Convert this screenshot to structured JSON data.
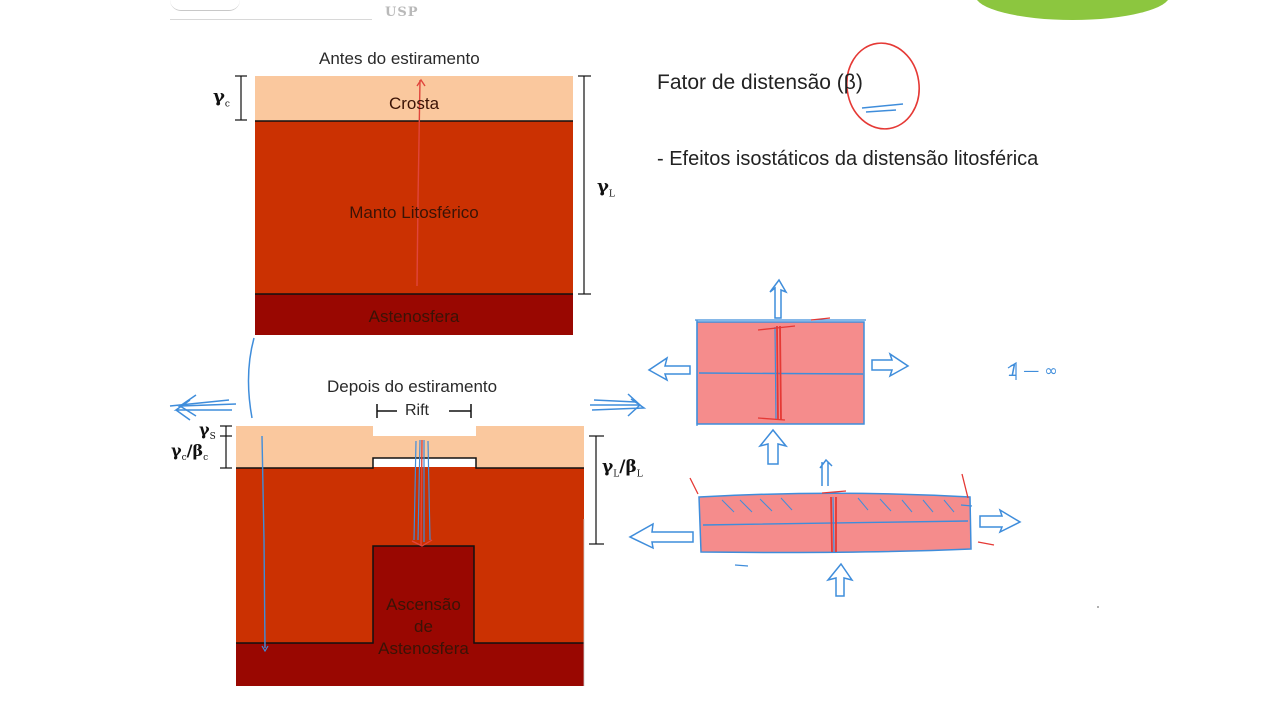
{
  "header": {
    "logo_text": "USP"
  },
  "diagram": {
    "before": {
      "title": "Antes do estiramento",
      "layers": {
        "crust": "Crosta",
        "mantle": "Manto Litosférico",
        "asthenosphere": "Astenosfera"
      },
      "dims": {
        "crust_symbol": "γ",
        "crust_sub": "c",
        "lith_symbol": "γ",
        "lith_sub": "L"
      }
    },
    "after": {
      "title": "Depois do estiramento",
      "rift_label": "Rift",
      "upwelling_label_lines": [
        "Ascensão",
        "de",
        "Astenosfera"
      ],
      "dims": {
        "s_symbol": "γ",
        "s_sub": "S",
        "crust_ratio_symbol": "γ",
        "crust_ratio_sub": "c",
        "crust_ratio_den_symbol": "β",
        "crust_ratio_den_sub": "c",
        "lith_ratio_symbol": "γ",
        "lith_ratio_sub": "L",
        "lith_ratio_den_symbol": "β",
        "lith_ratio_den_sub": "L"
      }
    }
  },
  "slide": {
    "title": "Fator de distensão (β)",
    "bullet": "- Efeitos isostáticos da distensão litosférica"
  },
  "annotations": {
    "ratio_text": "1 — ∞"
  },
  "colors": {
    "crust": "#fac89e",
    "mantle": "#cb3102",
    "asthenosphere": "#990701",
    "pen_blue": "#3f8ddb",
    "pen_red": "#e53935",
    "sketch_fill": "#f58c8c",
    "green_blob": "#8cc63f"
  }
}
